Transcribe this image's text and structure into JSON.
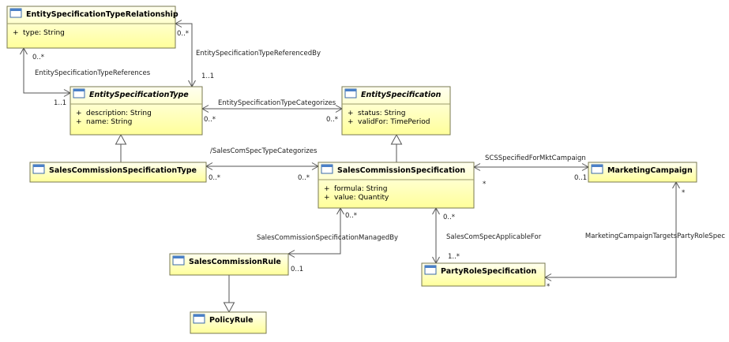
{
  "classes": {
    "estr": {
      "name": "EntitySpecificationTypeRelationship",
      "italic": false,
      "attributes": [
        {
          "vis": "+",
          "text": "type: String"
        }
      ]
    },
    "est": {
      "name": "EntitySpecificationType",
      "italic": true,
      "attributes": [
        {
          "vis": "+",
          "text": "description: String"
        },
        {
          "vis": "+",
          "text": "name: String"
        }
      ]
    },
    "es": {
      "name": "EntitySpecification",
      "italic": true,
      "attributes": [
        {
          "vis": "+",
          "text": "status: String"
        },
        {
          "vis": "+",
          "text": "validFor: TimePeriod"
        }
      ]
    },
    "scst": {
      "name": "SalesCommissionSpecificationType",
      "italic": false,
      "attributes": []
    },
    "scs": {
      "name": "SalesCommissionSpecification",
      "italic": false,
      "attributes": [
        {
          "vis": "+",
          "text": "formula: String"
        },
        {
          "vis": "+",
          "text": "value: Quantity"
        }
      ]
    },
    "mc": {
      "name": "MarketingCampaign",
      "italic": false,
      "attributes": []
    },
    "scr": {
      "name": "SalesCommissionRule",
      "italic": false,
      "attributes": []
    },
    "prs": {
      "name": "PartyRoleSpecification",
      "italic": false,
      "attributes": []
    },
    "pr": {
      "name": "PolicyRule",
      "italic": false,
      "attributes": []
    }
  },
  "associations": [
    {
      "id": "entityspecificationtypereferencedby",
      "label": "EntitySpecificationTypeReferencedBy",
      "mult_a": "0..*",
      "mult_b": "1..1"
    },
    {
      "id": "entityspecificationtypereferences",
      "label": "EntitySpecificationTypeReferences",
      "mult_a": "0..*",
      "mult_b": "1..1"
    },
    {
      "id": "entityspecificationtypecategorizes",
      "label": "EntitySpecificationTypeCategorizes",
      "mult_a": "0..*",
      "mult_b": "0..*"
    },
    {
      "id": "salescomspectypecategorizes",
      "label": "/SalesComSpecTypeCategorizes",
      "mult_a": "0..*",
      "mult_b": "0..*"
    },
    {
      "id": "scsspecifiedformktcampaign",
      "label": "SCSSpecifiedForMktCampaign",
      "mult_a": "*",
      "mult_b": "0..1"
    },
    {
      "id": "salescommissionspecificationmanagedby",
      "label": "SalesCommissionSpecificationManagedBy",
      "mult_a": "0..*",
      "mult_b": "0..1"
    },
    {
      "id": "salescomspecapplicablefor",
      "label": "SalesComSpecApplicableFor",
      "mult_a": "0..*",
      "mult_b": "1..*"
    },
    {
      "id": "marketingcampaigntargetspartyrolespec",
      "label": "MarketingCampaignTargetsPartyRoleSpec",
      "mult_a": "*",
      "mult_b": "*"
    }
  ]
}
